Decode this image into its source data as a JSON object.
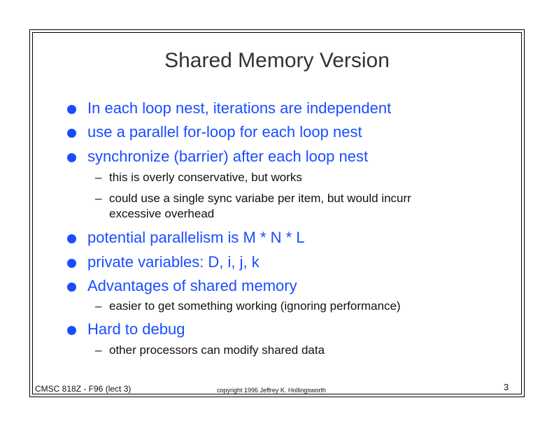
{
  "title": "Shared Memory Version",
  "bullets": [
    "In each loop nest, iterations are independent",
    "use a parallel for-loop for each loop nest",
    "synchronize (barrier) after each loop nest",
    "potential parallelism is M * N * L",
    "private variables: D, i, j, k",
    "Advantages of shared memory",
    "Hard to debug"
  ],
  "subs": [
    "this is overly conservative, but works",
    "could use a single sync variabe per item, but would incurr",
    "excessive overhead",
    "easier to get something working (ignoring performance)",
    "other processors can modify shared data"
  ],
  "footer": {
    "course": "CMSC 818Z - F96  (lect 3)",
    "copyright": "copyright 1996  Jeffrey K. Hollingsworth",
    "page": "3"
  },
  "colors": {
    "accent": "#1a4dff"
  }
}
